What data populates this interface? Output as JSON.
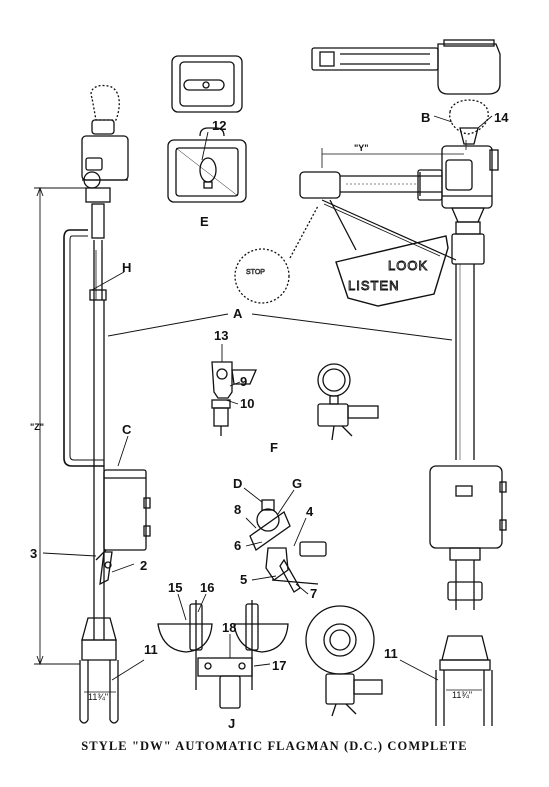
{
  "labels": {
    "A": "A",
    "B": "B",
    "C": "C",
    "D": "D",
    "E": "E",
    "F": "F",
    "G": "G",
    "H": "H",
    "J": "J",
    "n2": "2",
    "n3": "3",
    "n4": "4",
    "n5": "5",
    "n6": "6",
    "n7": "7",
    "n8": "8",
    "n9": "9",
    "n10": "10",
    "n11a": "11",
    "n11b": "11",
    "n12": "12",
    "n13": "13",
    "n14": "14",
    "n15": "15",
    "n16": "16",
    "n17": "17",
    "n18": "18"
  },
  "dimensions": {
    "y": "\"Y\"",
    "z": "\"Z\"",
    "base_left": "11¾\"",
    "base_right": "11¾\""
  },
  "sign": {
    "look": "LOOK",
    "listen": "LISTEN",
    "stop": "STOP"
  },
  "caption": "STYLE \"DW\" AUTOMATIC FLAGMAN (D.C.) COMPLETE"
}
